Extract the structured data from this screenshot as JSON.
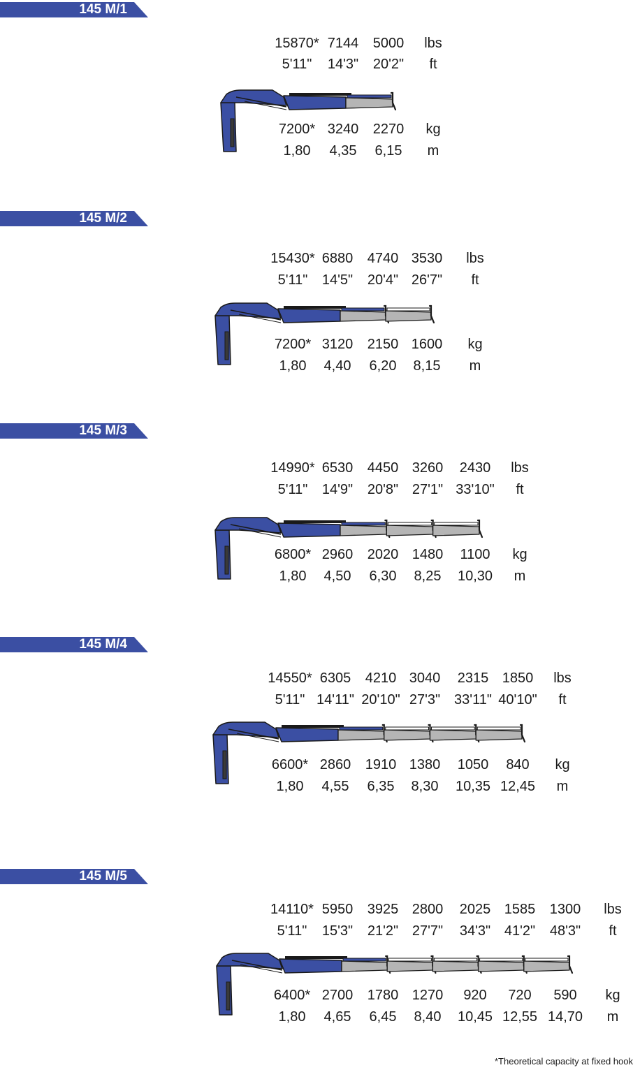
{
  "models": [
    {
      "name": "145 M/1",
      "lbs": [
        "15870*",
        "7144",
        "5000"
      ],
      "ft": [
        "5'11\"",
        "14'3\"",
        "20'2\""
      ],
      "kg": [
        "7200*",
        "3240",
        "2270"
      ],
      "m": [
        "1,80",
        "4,35",
        "6,15"
      ],
      "unit_lbs": "lbs",
      "unit_ft": "ft",
      "unit_kg": "kg",
      "unit_m": "m"
    },
    {
      "name": "145 M/2",
      "lbs": [
        "15430*",
        "6880",
        "4740",
        "3530"
      ],
      "ft": [
        "5'11\"",
        "14'5\"",
        "20'4\"",
        "26'7\""
      ],
      "kg": [
        "7200*",
        "3120",
        "2150",
        "1600"
      ],
      "m": [
        "1,80",
        "4,40",
        "6,20",
        "8,15"
      ],
      "unit_lbs": "lbs",
      "unit_ft": "ft",
      "unit_kg": "kg",
      "unit_m": "m"
    },
    {
      "name": "145 M/3",
      "lbs": [
        "14990*",
        "6530",
        "4450",
        "3260",
        "2430"
      ],
      "ft": [
        "5'11\"",
        "14'9\"",
        "20'8\"",
        "27'1\"",
        "33'10\""
      ],
      "kg": [
        "6800*",
        "2960",
        "2020",
        "1480",
        "1100"
      ],
      "m": [
        "1,80",
        "4,50",
        "6,30",
        "8,25",
        "10,30"
      ],
      "unit_lbs": "lbs",
      "unit_ft": "ft",
      "unit_kg": "kg",
      "unit_m": "m"
    },
    {
      "name": "145 M/4",
      "lbs": [
        "14550*",
        "6305",
        "4210",
        "3040",
        "2315",
        "1850"
      ],
      "ft": [
        "5'11\"",
        "14'11\"",
        "20'10\"",
        "27'3\"",
        "33'11\"",
        "40'10\""
      ],
      "kg": [
        "6600*",
        "2860",
        "1910",
        "1380",
        "1050",
        "840"
      ],
      "m": [
        "1,80",
        "4,55",
        "6,35",
        "8,30",
        "10,35",
        "12,45"
      ],
      "unit_lbs": "lbs",
      "unit_ft": "ft",
      "unit_kg": "kg",
      "unit_m": "m"
    },
    {
      "name": "145 M/5",
      "lbs": [
        "14110*",
        "5950",
        "3925",
        "2800",
        "2025",
        "1585",
        "1300"
      ],
      "ft": [
        "5'11\"",
        "15'3\"",
        "21'2\"",
        "27'7\"",
        "34'3\"",
        "41'2\"",
        "48'3\""
      ],
      "kg": [
        "6400*",
        "2700",
        "1780",
        "1270",
        "920",
        "720",
        "590"
      ],
      "m": [
        "1,80",
        "4,65",
        "6,45",
        "8,40",
        "10,45",
        "12,55",
        "14,70"
      ],
      "unit_lbs": "lbs",
      "unit_ft": "ft",
      "unit_kg": "kg",
      "unit_m": "m"
    }
  ],
  "footnote": "*Theoretical capacity at fixed hook",
  "colors": {
    "boom_blue": "#3b4fa3",
    "extension_grey": "#b5b5b5",
    "outline": "#1a1a1a"
  }
}
